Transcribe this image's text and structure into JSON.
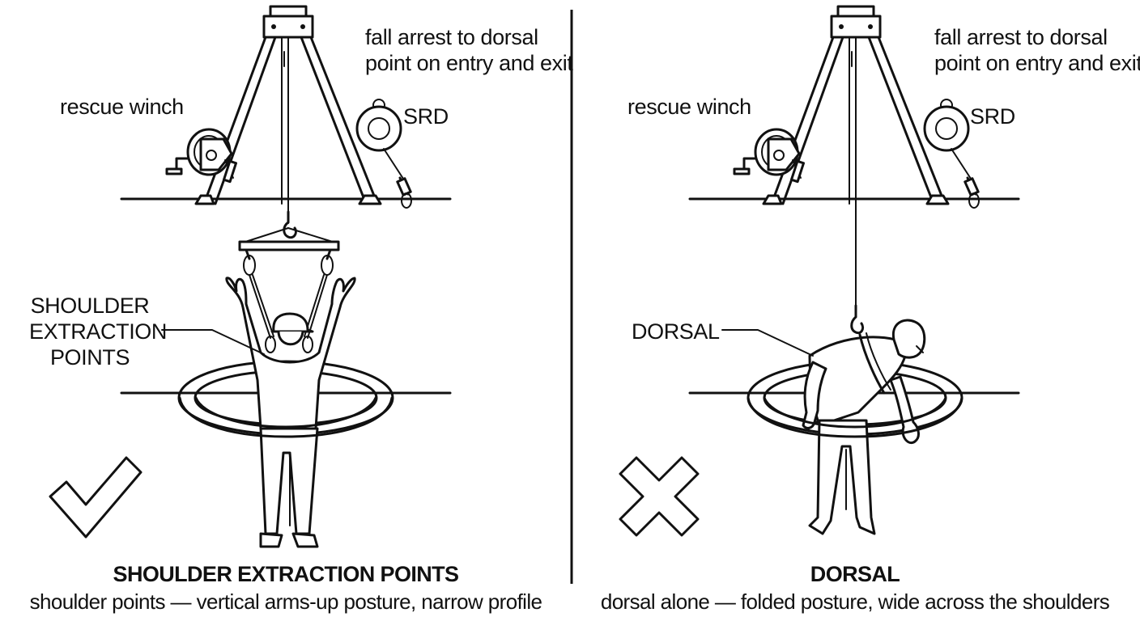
{
  "left_panel": {
    "label_fall_arrest": [
      "fall arrest to dorsal",
      "point on entry and exit"
    ],
    "label_rescue_winch": "rescue winch",
    "label_srd": "SRD",
    "label_attachment": [
      "SHOULDER",
      "EXTRACTION",
      "POINTS"
    ],
    "caption_title": "SHOULDER EXTRACTION POINTS",
    "caption_sub": "shoulder points — vertical arms-up posture, narrow profile",
    "verdict_icon": "checkmark-icon"
  },
  "right_panel": {
    "label_fall_arrest": [
      "fall arrest to dorsal",
      "point on entry and exit"
    ],
    "label_rescue_winch": "rescue winch",
    "label_srd": "SRD",
    "label_attachment": "DORSAL",
    "caption_title": "DORSAL",
    "caption_sub": "dorsal alone — folded posture, wide across the shoulders",
    "verdict_icon": "cross-icon"
  },
  "colors": {
    "ink": "#111111",
    "paper": "#ffffff"
  }
}
